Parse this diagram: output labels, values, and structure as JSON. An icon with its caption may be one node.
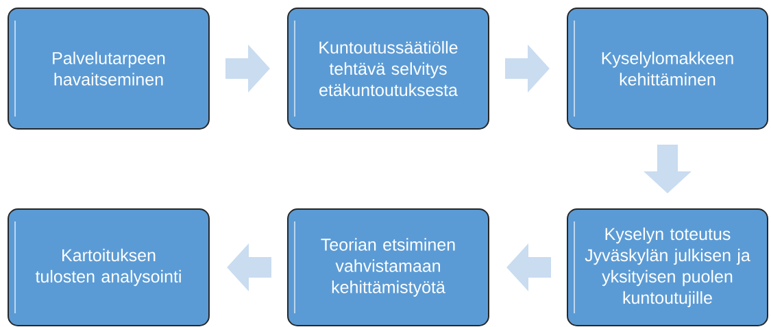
{
  "diagram": {
    "nodes": [
      {
        "text": [
          "Palvelutarpeen havaitseminen"
        ]
      },
      {
        "text": [
          "Kuntoutussäätiölle tehtävä selvitys etäkuntoutuksesta"
        ]
      },
      {
        "text": [
          "Kyselylomakkeen kehittäminen"
        ]
      },
      {
        "text": [
          "Kyselyn toteutus Jyväskylän julkisen ja yksityisen puolen kuntoutujille"
        ]
      },
      {
        "text": [
          "Teorian etsiminen vahvistamaan kehittämistyötä"
        ]
      },
      {
        "text": [
          "Kartoituksen tulosten analysointi"
        ]
      }
    ],
    "edges": [
      {
        "from": 0,
        "to": 1,
        "arrow": "to"
      },
      {
        "from": 1,
        "to": 2,
        "arrow": "to"
      },
      {
        "from": 2,
        "to": 3,
        "arrow": "to"
      },
      {
        "from": 3,
        "to": 4,
        "arrow": "to"
      },
      {
        "from": 4,
        "to": 5,
        "arrow": "to"
      }
    ]
  }
}
